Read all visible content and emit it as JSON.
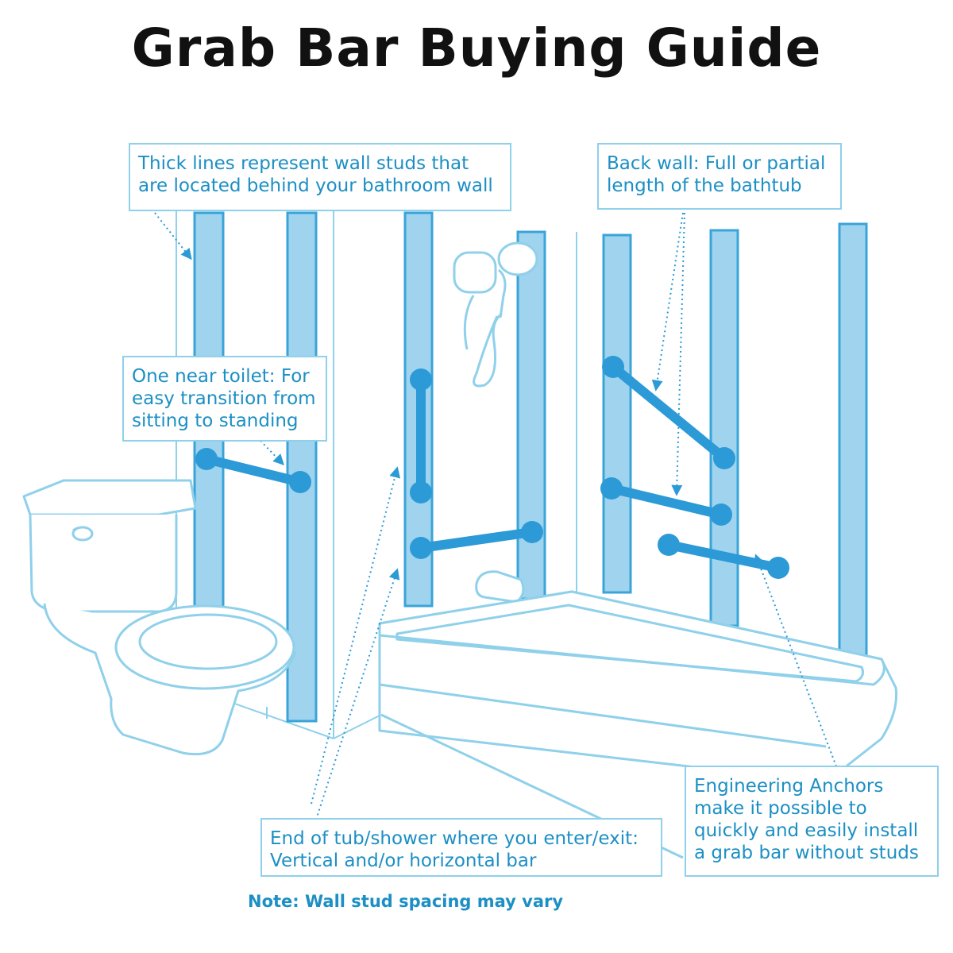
{
  "title": "Grab Bar Buying Guide",
  "callouts": {
    "studs": [
      "Thick lines represent wall studs that",
      "are located behind your bathroom wall"
    ],
    "back_wall": [
      "Back wall: Full or partial",
      "length of the bathtub"
    ],
    "toilet": [
      "One near toilet: For",
      "easy transition from",
      "sitting to standing"
    ],
    "tub_end": [
      "End of tub/shower where you enter/exit:",
      "Vertical and/or horizontal bar"
    ],
    "anchors": [
      "Engineering Anchors",
      "make it possible to",
      "quickly and easily install",
      "a grab bar without studs"
    ]
  },
  "note": "Note: Wall stud spacing may vary",
  "colors": {
    "stud_fill": "#9fd3ee",
    "stud_edge": "#3aa4d8",
    "grab_bar": "#2b9ad6",
    "outline": "#8fd0ea",
    "text_blue": "#1c8fc4",
    "title": "#111111"
  },
  "icons": [
    "toilet-icon",
    "bathtub-icon",
    "shower-head-icon",
    "tub-faucet-icon"
  ]
}
